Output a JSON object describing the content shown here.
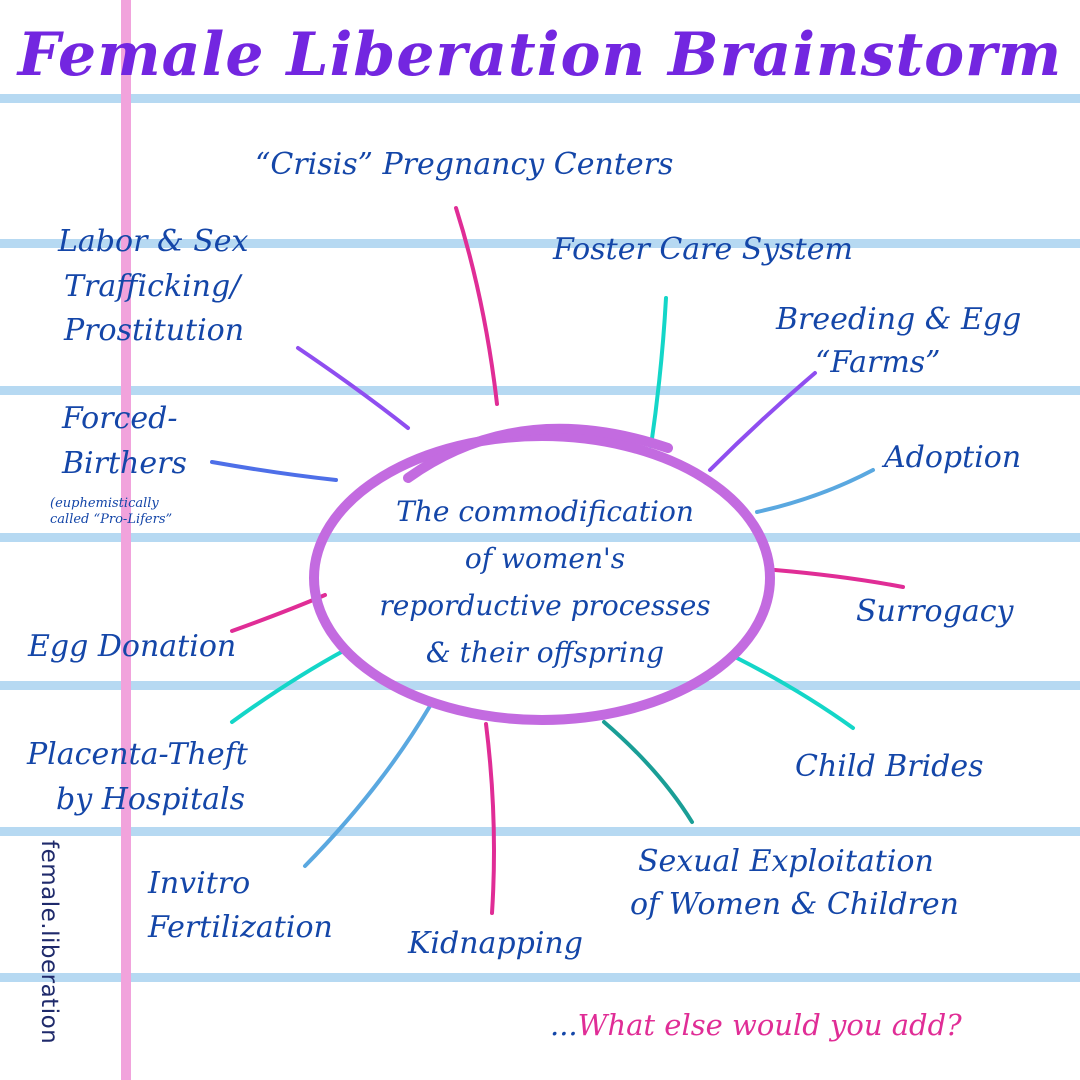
{
  "title": "Female Liberation Brainstorm",
  "center_text": {
    "line1": "The commodification",
    "line2": "of women's",
    "line3": "reporductive processes",
    "line4": "& their offspring"
  },
  "topics": {
    "crisis": "“Crisis” Pregnancy Centers",
    "foster": "Foster Care System",
    "labor_1": "Labor & Sex",
    "labor_2": "Trafficking/",
    "labor_3": "Prostitution",
    "breeding_1": "Breeding & Egg",
    "breeding_2": "“Farms”",
    "forced_1": "Forced-",
    "forced_2": "Birthers",
    "forced_note_1": "(euphemistically",
    "forced_note_2": "called “Pro-Lifers”",
    "adoption": "Adoption",
    "surrogacy": "Surrogacy",
    "egg_donation": "Egg Donation",
    "placenta_1": "Placenta-Theft",
    "placenta_2": "by Hospitals",
    "child_brides": "Child Brides",
    "ivf_1": "Invitro",
    "ivf_2": "Fertilization",
    "kidnapping": "Kidnapping",
    "sexual_1": "Sexual Exploitation",
    "sexual_2": "of Women & Children"
  },
  "footer": {
    "ellipsis": "...",
    "question": "What else would you add?",
    "watermark": "female.liberation"
  },
  "colors": {
    "title": "#7326e0",
    "text": "#1446a8",
    "ellipse": "#c36be0",
    "rule": "#b6d9f2",
    "margin": "#f1a3dc",
    "magenta": "#e02d96",
    "teal": "#14d6c8",
    "purple": "#8f4ef0",
    "blue": "#4e6fe8",
    "sky": "#5aa8e0",
    "dark_teal": "#1a9e96"
  }
}
